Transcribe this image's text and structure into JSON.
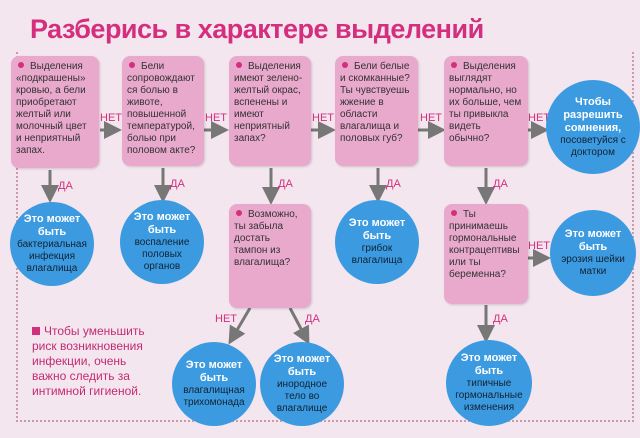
{
  "title": "Разберись в характере выделений",
  "labels": {
    "no": "НЕТ",
    "yes": "ДА"
  },
  "questions": [
    "Выделения «подкрашены» кровью, а бели приобретают желтый или молочный цвет и неприятный запах.",
    "Бели сопровождаются болью в животе, повышенной температурой, болью при половом акте?",
    "Выделения имеют зелено-желтый окрас, вспенены и имеют неприятный запах?",
    "Бели белые и скомканные? Ты чувствуешь жжение в области влагалища и половых губ?",
    "Выделения выглядят нормально, но их больше, чем ты привыкла видеть обычно?",
    "Возможно, ты забыла достать тампон из влагалища?",
    "Ты принимаешь гормональные контрацептивы или ты беременна?"
  ],
  "doctor": {
    "h": "Чтобы разрешить сомнения,",
    "b": "посоветуйся с доктором"
  },
  "maybe": "Это может быть",
  "results": [
    "бактериальная инфекция влагалища",
    "воспаление половых органов",
    "грибок влагалища",
    "эрозия шейки матки",
    "влагалищная трихомонада",
    "инородное тело во влагалище",
    "типичные гормональные изменения"
  ],
  "note": "Чтобы уменьшить риск возникновения инфекции, очень важно следить за интимной гигиеной.",
  "colors": {
    "accent": "#d42f7e",
    "box": "#e9a9cc",
    "circle": "#3c9be0",
    "background": "#f3e6ee"
  }
}
